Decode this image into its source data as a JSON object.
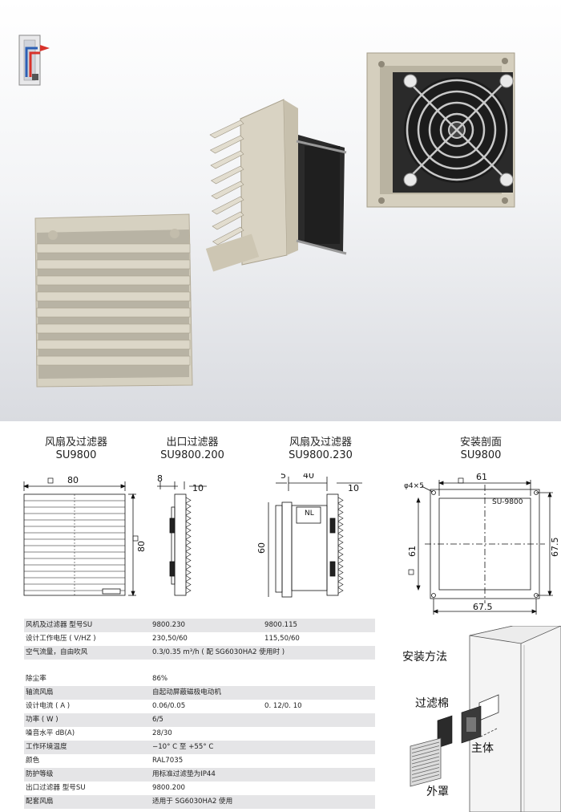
{
  "sections": [
    {
      "title": "风扇及过滤器",
      "model": "SU9800"
    },
    {
      "title": "出口过滤器",
      "model": "SU9800.200"
    },
    {
      "title": "风扇及过滤器",
      "model": "SU9800.230"
    },
    {
      "title": "安装剖面",
      "model": "SU9800"
    }
  ],
  "dims": {
    "d1_width": "80",
    "d1_height": "80",
    "d2_a": "8",
    "d2_b": "10",
    "d3_a": "5",
    "d3_b": "40",
    "d3_c": "10",
    "d3_h": "60",
    "d4_hole": "φ4×5",
    "d4_inner_w": "61",
    "d4_inner_h": "61",
    "d4_outer_w": "67.5",
    "d4_outer_h": "67.5",
    "d4_label": "SU-9800",
    "fan_label": "NL"
  },
  "spec_rows": [
    {
      "c1": "风机及过滤器  型号SU",
      "c2": "9800.230",
      "c3": "9800.115",
      "alt": true
    },
    {
      "c1": "设计工作电压 ( V/HZ )",
      "c2": "230,50/60",
      "c3": "115,50/60",
      "alt": false
    },
    {
      "c1": "空气流量，自由吹风",
      "c2": "  0.3/0.35 m³/h     ( 配 SG6030HA2 使用时 )",
      "c3": "",
      "alt": true
    },
    {
      "c1": "",
      "c2": "",
      "c3": "",
      "alt": false,
      "gap": true
    },
    {
      "c1": "除尘率",
      "c2": "86%",
      "c3": "",
      "alt": false
    },
    {
      "c1": "轴流风扇",
      "c2": "自起动屏蔽磁极电动机",
      "c3": "",
      "alt": true
    },
    {
      "c1": "设计电流 ( A )",
      "c2": "0.06/0.05",
      "c3": "  0. 12/0. 10",
      "alt": false
    },
    {
      "c1": "功率 ( W )",
      "c2": "6/5",
      "c3": "",
      "alt": true
    },
    {
      "c1": "噪音水平 dB(A)",
      "c2": "28/30",
      "c3": "",
      "alt": false
    },
    {
      "c1": "工作环境温度",
      "c2": "−10° C 至 +55° C",
      "c3": "",
      "alt": true
    },
    {
      "c1": "颜色",
      "c2": "RAL7035",
      "c3": "",
      "alt": false
    },
    {
      "c1": "防护等级",
      "c2": "用标准过滤垫为IP44",
      "c3": "",
      "alt": true
    },
    {
      "c1": "出口过滤器  型号SU",
      "c2": "9800.200",
      "c3": "",
      "alt": false
    },
    {
      "c1": "配套风扇",
      "c2": "适用于          SG6030HA2             使用",
      "c3": "",
      "alt": true
    }
  ],
  "install": {
    "title": "安装方法",
    "filter_cotton": "过滤棉",
    "main_body": "主体",
    "outer_cover": "外罩"
  },
  "colors": {
    "housing": "#d9d3c3",
    "fan_dark": "#2a2a2a",
    "row_alt": "#e5e5e7"
  }
}
